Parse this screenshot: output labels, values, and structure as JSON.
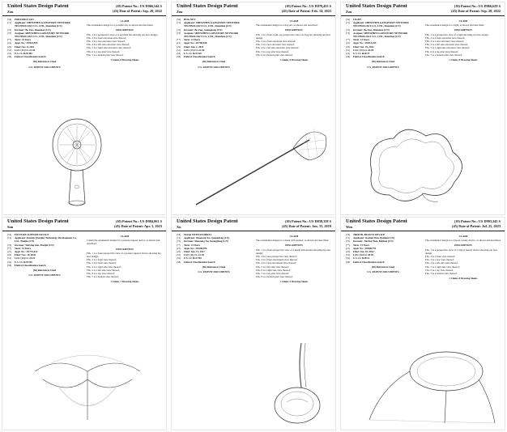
{
  "pages": [
    {
      "hdr": {
        "title": "United States Design Patent",
        "name": "Zou",
        "num": "(10) Patent No.: US D966,544 S",
        "date": "(45) Date of Patent: Sep. 20, 2022"
      },
      "fields": [
        {
          "k": "(54)",
          "v": "PORTABLE FAN"
        },
        {
          "k": "(71)",
          "v": "Applicant: SHENZHEN GAINATORY NETWORK TECHNOLOGY CO., LTD., Shenzhen (CN)"
        },
        {
          "k": "(72)",
          "v": "Inventor: Bo Zou, Shenzhen (CN)"
        },
        {
          "k": "(73)",
          "v": "Assignee: SHENZHEN GAINATORY NETWORK TECHNOLOGY CO., LTD., Shenzhen (CN)"
        },
        {
          "k": "(**)",
          "v": "Term: 15 Years"
        },
        {
          "k": "(21)",
          "v": "Appl. No.: 29/814,593"
        },
        {
          "k": "(22)",
          "v": "Filed: Nov. 8, 2021"
        },
        {
          "k": "(51)",
          "v": "LOC (13) Cl. 23-04"
        },
        {
          "k": "(52)",
          "v": "U.S. Cl. D23/385"
        },
        {
          "k": "(58)",
          "v": "Field of Classification Search"
        }
      ],
      "refs_title": "(56) References Cited",
      "refs_sub": "U.S. PATENT DOCUMENTS",
      "claim_title": "CLAIM",
      "claim": "The ornamental design for a portable fan, as shown and described.",
      "desc_title": "DESCRIPTION",
      "desc": [
        "FIG. 1 is a perspective view of a portable fan showing our new design;",
        "FIG. 2 is a front elevation view thereof;",
        "FIG. 3 is a rear elevation view thereof;",
        "FIG. 4 is a left side elevation view thereof;",
        "FIG. 5 is a right side elevation view thereof;",
        "FIG. 6 is a top plan view thereof;",
        "FIG. 7 is a bottom plan view thereof."
      ],
      "footer": "1 Claim, 8 Drawing Sheets"
    },
    {
      "hdr": {
        "title": "United States Design Patent",
        "name": "Zou",
        "num": "(10) Patent No.: US D978,455 S",
        "date": "(45) Date of Patent: Feb. 14, 2023"
      },
      "fields": [
        {
          "k": "(54)",
          "v": "HOG NET"
        },
        {
          "k": "(71)",
          "v": "Applicant: SHENZHEN GAINATORY NETWORK TECHNOLOGY CO., LTD., Shenzhen (CN)"
        },
        {
          "k": "(72)",
          "v": "Inventor: Bo Zou, Guangdong (CN)"
        },
        {
          "k": "(73)",
          "v": "Assignee: SHENZHEN GAINATORY NETWORK TECHNOLOGY CO., LTD., Shenzhen (CN)"
        },
        {
          "k": "(**)",
          "v": "Term: 15 Years"
        },
        {
          "k": "(21)",
          "v": "Appl. No.: 29/786,958"
        },
        {
          "k": "(22)",
          "v": "Filed: Jun. 2, 2021"
        },
        {
          "k": "(51)",
          "v": "LOC (13) Cl. 22-06"
        },
        {
          "k": "(52)",
          "v": "U.S. Cl. D22/146"
        },
        {
          "k": "(58)",
          "v": "Field of Classification Search"
        }
      ],
      "refs_title": "(56) References Cited",
      "refs_sub": "U.S. PATENT DOCUMENTS",
      "claim_title": "CLAIM",
      "claim": "The ornamental design for a hog net, as shown and described.",
      "desc_title": "DESCRIPTION",
      "desc": [
        "FIG. 1 is a front, right, top perspective view of a hog net showing our new design;",
        "FIG. 2 is a front elevation view thereof;",
        "FIG. 3 is a rear elevation view thereof;",
        "FIG. 4 is a left side elevation view thereof;",
        "FIG. 5 is a top plan view thereof;",
        "FIG. 6 is a bottom plan view thereof."
      ],
      "footer": "1 Claim, 6 Drawing Sheets"
    },
    {
      "hdr": {
        "title": "United States Design Patent",
        "name": "Zou",
        "num": "(10) Patent No.: US D966,629 S",
        "date": "(45) Date of Patent: Sep. 20, 2022"
      },
      "fields": [
        {
          "k": "(54)",
          "v": "LIGHT"
        },
        {
          "k": "(71)",
          "v": "Applicant: SHENZHEN GAINATORY NETWORK TECHNOLOGY CO., LTD., Shenzhen (CN)"
        },
        {
          "k": "(72)",
          "v": "Inventor: Bo Zou, Shenzhen (CN)"
        },
        {
          "k": "(73)",
          "v": "Assignee: SHENZHEN GAINATORY NETWORK TECHNOLOGY CO., LTD., Shenzhen (CN)"
        },
        {
          "k": "(**)",
          "v": "Term: 15 Years"
        },
        {
          "k": "(21)",
          "v": "Appl. No.: 29/812,295"
        },
        {
          "k": "(22)",
          "v": "Filed: Oct. 25, 2021"
        },
        {
          "k": "(51)",
          "v": "LOC (13) Cl. 26-05"
        },
        {
          "k": "(52)",
          "v": "U.S. Cl. D26/73"
        },
        {
          "k": "(58)",
          "v": "Field of Classification Search"
        }
      ],
      "refs_title": "(56) References Cited",
      "refs_sub": "U.S. PATENT DOCUMENTS",
      "claim_title": "CLAIM",
      "claim": "The ornamental design for a light, as shown and described.",
      "desc_title": "DESCRIPTION",
      "desc": [
        "FIG. 1 is a perspective view of a light showing our new design;",
        "FIG. 2 is a front elevation view thereof;",
        "FIG. 3 is a rear elevation view thereof;",
        "FIG. 4 is a left side elevation view thereof;",
        "FIG. 5 is a right side elevation view thereof;",
        "FIG. 6 is a top plan view thereof;",
        "FIG. 7 is a bottom plan view thereof."
      ],
      "footer": "1 Claim, 8 Drawing Sheets"
    },
    {
      "hdr": {
        "title": "United States Design Patent",
        "name": "Sun",
        "num": "(10) Patent No.: US D984,061 S",
        "date": "(45) Date of Patent: Apr. 3, 2023"
      },
      "fields": [
        {
          "k": "(54)",
          "v": "POSTURE SUPPORT DEVICE"
        },
        {
          "k": "(71)",
          "v": "Applicant: Pounds (Tianjin) Technology Development Co., Ltd., Tianjin (CN)"
        },
        {
          "k": "(72)",
          "v": "Inventor: Weiying Sun, Tianjin (CN)"
        },
        {
          "k": "(**)",
          "v": "Term: 15 Years"
        },
        {
          "k": "(21)",
          "v": "Appl. No.: 29/737,812"
        },
        {
          "k": "(22)",
          "v": "Filed: Nov. 16, 2020"
        },
        {
          "k": "(51)",
          "v": "LOC (14) Cl. 24-01"
        },
        {
          "k": "(52)",
          "v": "U.S. Cl. D24/190"
        },
        {
          "k": "(58)",
          "v": "Field of Classification Search"
        }
      ],
      "refs_title": "(56) References Cited",
      "refs_sub": "U.S. PATENT DOCUMENTS",
      "claim_title": "CLAIM",
      "claim": "I claim the ornamental design for a posture support device, as shown and described.",
      "desc_title": "DESCRIPTION",
      "desc": [
        "FIG. 1 is a front perspective view of a posture support device showing my new design;",
        "FIG. 2 is a front view thereof;",
        "FIG. 3 is a back view thereof;",
        "FIG. 4 is a right side view thereof;",
        "FIG. 5 is a left side view thereof;",
        "FIG. 6 is a top view thereof;",
        "FIG. 7 is a bottom view thereof."
      ],
      "footer": "1 Claim, 7 Drawing Sheets"
    },
    {
      "hdr": {
        "title": "United States Design Patent",
        "name": "Xu",
        "num": "(10) Patent No.: US D838,358 S",
        "date": "(45) Date of Patent: Jan. 15, 2019"
      },
      "fields": [
        {
          "k": "(54)",
          "v": "MASK WITH SNORKEL"
        },
        {
          "k": "(71)",
          "v": "Applicant: Shaotong Xu, Guangdong (CN)"
        },
        {
          "k": "(72)",
          "v": "Inventor: Shaotong Xu, Guangdong (CN)"
        },
        {
          "k": "(**)",
          "v": "Term: 15 Years"
        },
        {
          "k": "(21)",
          "v": "Appl. No.: 29/606,594"
        },
        {
          "k": "(22)",
          "v": "Filed: Jun. 15, 2017"
        },
        {
          "k": "(51)",
          "v": "LOC (11) Cl. 21-02"
        },
        {
          "k": "(52)",
          "v": "U.S. Cl. D21/769"
        },
        {
          "k": "(58)",
          "v": "Field of Classification Search"
        }
      ],
      "refs_title": "(56) References Cited",
      "refs_sub": "U.S. PATENT DOCUMENTS",
      "claim_title": "CLAIM",
      "claim": "The ornamental design for a mask with snorkel, as shown and described.",
      "desc_title": "DESCRIPTION",
      "desc": [
        "FIG. 1 is a front perspective view of a mask with snorkel showing my new design;",
        "FIG. 2 is a rear perspective view thereof;",
        "FIG. 3 is a front elevational view thereof;",
        "FIG. 4 is a rear elevational view thereof;",
        "FIG. 5 is a left side view thereof;",
        "FIG. 6 is a right side view thereof;",
        "FIG. 7 is a top plan view thereof;",
        "FIG. 8 is a bottom plan view thereof."
      ],
      "footer": "1 Claim, 9 Drawing Sheets"
    },
    {
      "hdr": {
        "title": "United States Design Patent",
        "name": "Wen",
        "num": "(10) Patent No.: US D993,245 S",
        "date": "(45) Date of Patent: Jul. 25, 2023"
      },
      "fields": [
        {
          "k": "(54)",
          "v": "TRIPOD, BEAUTY DEVICE"
        },
        {
          "k": "(71)",
          "v": "Applicant: Jiachen Wen, Beizhen (CN)"
        },
        {
          "k": "(72)",
          "v": "Inventor: Jiachen Wen, Beizhen (CN)"
        },
        {
          "k": "(**)",
          "v": "Term: 15 Years"
        },
        {
          "k": "(21)",
          "v": "Appl. No.: 29/806,751"
        },
        {
          "k": "(22)",
          "v": "Filed: Jan. 18, 2022"
        },
        {
          "k": "(51)",
          "v": "LOC (14) Cl. 28-03"
        },
        {
          "k": "(52)",
          "v": "U.S. Cl. D28/12"
        },
        {
          "k": "(58)",
          "v": "Field of Classification Search"
        }
      ],
      "refs_title": "(56) References Cited",
      "refs_sub": "U.S. PATENT DOCUMENTS",
      "claim_title": "CLAIM",
      "claim": "The ornamental design for a tripod, beauty device, as shown and described.",
      "desc_title": "DESCRIPTION",
      "desc": [
        "FIG. 1 is a perspective view of a tripod, beauty device showing our new design;",
        "FIG. 2 is a front view thereof;",
        "FIG. 3 is a rear view thereof;",
        "FIG. 4 is a left side view thereof;",
        "FIG. 5 is a right side view thereof;",
        "FIG. 6 is a top view thereof;",
        "FIG. 7 is a bottom view thereof."
      ],
      "footer": "1 Claim, 8 Drawing Sheets"
    }
  ]
}
